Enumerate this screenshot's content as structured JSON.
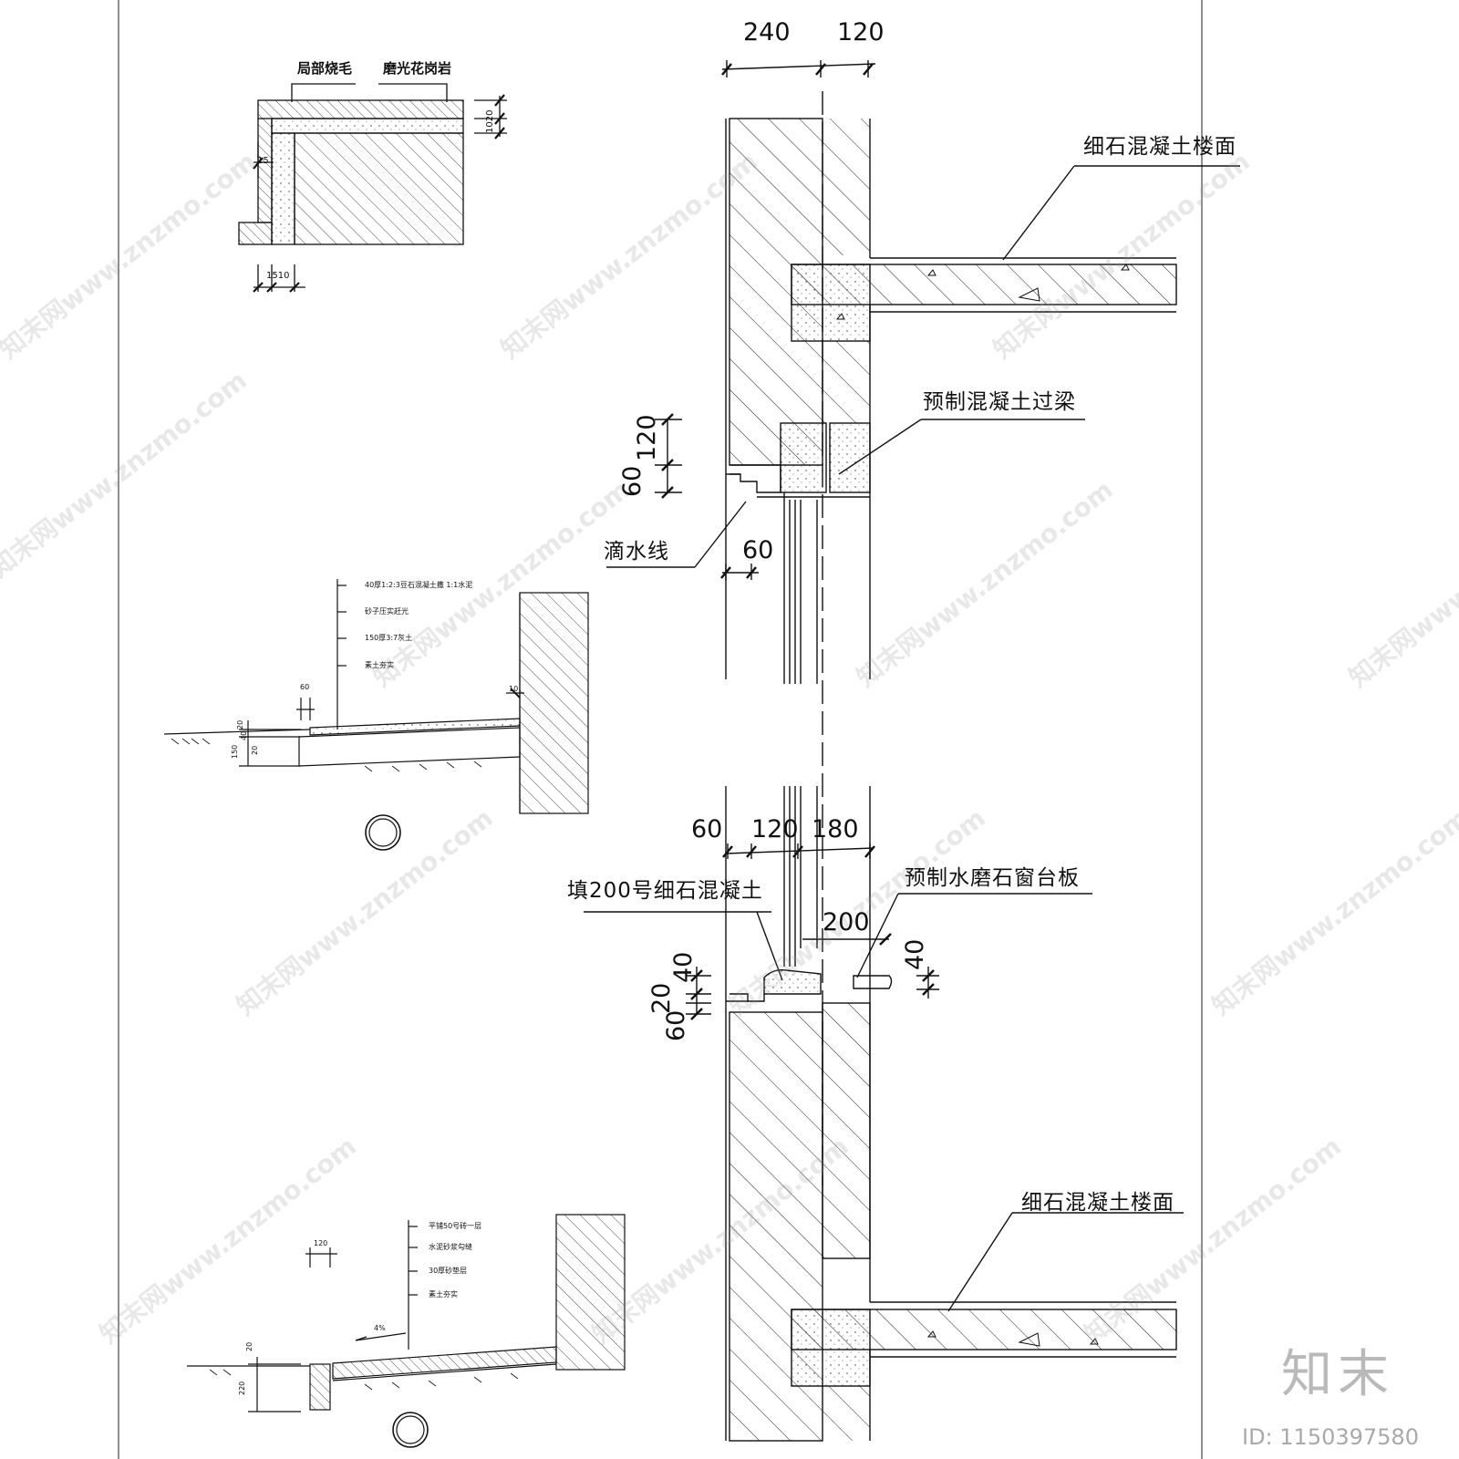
{
  "top_dims": {
    "d240": "240",
    "d120": "120"
  },
  "labels": {
    "floor_top": "细石混凝土楼面",
    "lintel": "预制混凝土过梁",
    "drip": "滴水线",
    "fill": "填200号细石混凝土",
    "sill": "预制水磨石窗台板",
    "floor_bottom": "细石混凝土楼面"
  },
  "mid_dims": {
    "d60": "60",
    "d120": "120",
    "d180": "180",
    "d200": "200",
    "d40": "40",
    "d60b": "60"
  },
  "left_dims": {
    "d120": "120",
    "d60": "60",
    "d40": "40",
    "d20": "20",
    "d60c": "60"
  },
  "detail_top": {
    "label1": "局部烧毛",
    "label2": "磨光花岗岩",
    "d1020": "1020",
    "d15": "15",
    "d1510": "1510"
  },
  "detail_mid": {
    "notes": [
      "40厚1:2:3豆石混凝土撒 1:1水泥",
      "砂子压实赶光",
      "150厚3:7灰土",
      "素土夯实"
    ],
    "d60": "60",
    "d10": "10",
    "d20": "20",
    "d150": "150",
    "d40": "40",
    "d20b": "20"
  },
  "detail_bottom": {
    "notes": [
      "平铺50号砖一层",
      "水泥砂浆勾缝",
      "30厚砂垫层",
      "素土夯实"
    ],
    "d120": "120",
    "slope": "4%",
    "d20": "20",
    "d220": "220"
  },
  "watermark": "知末网www.znzmo.com",
  "logo": "知末",
  "id_text": "ID: 1150397580"
}
